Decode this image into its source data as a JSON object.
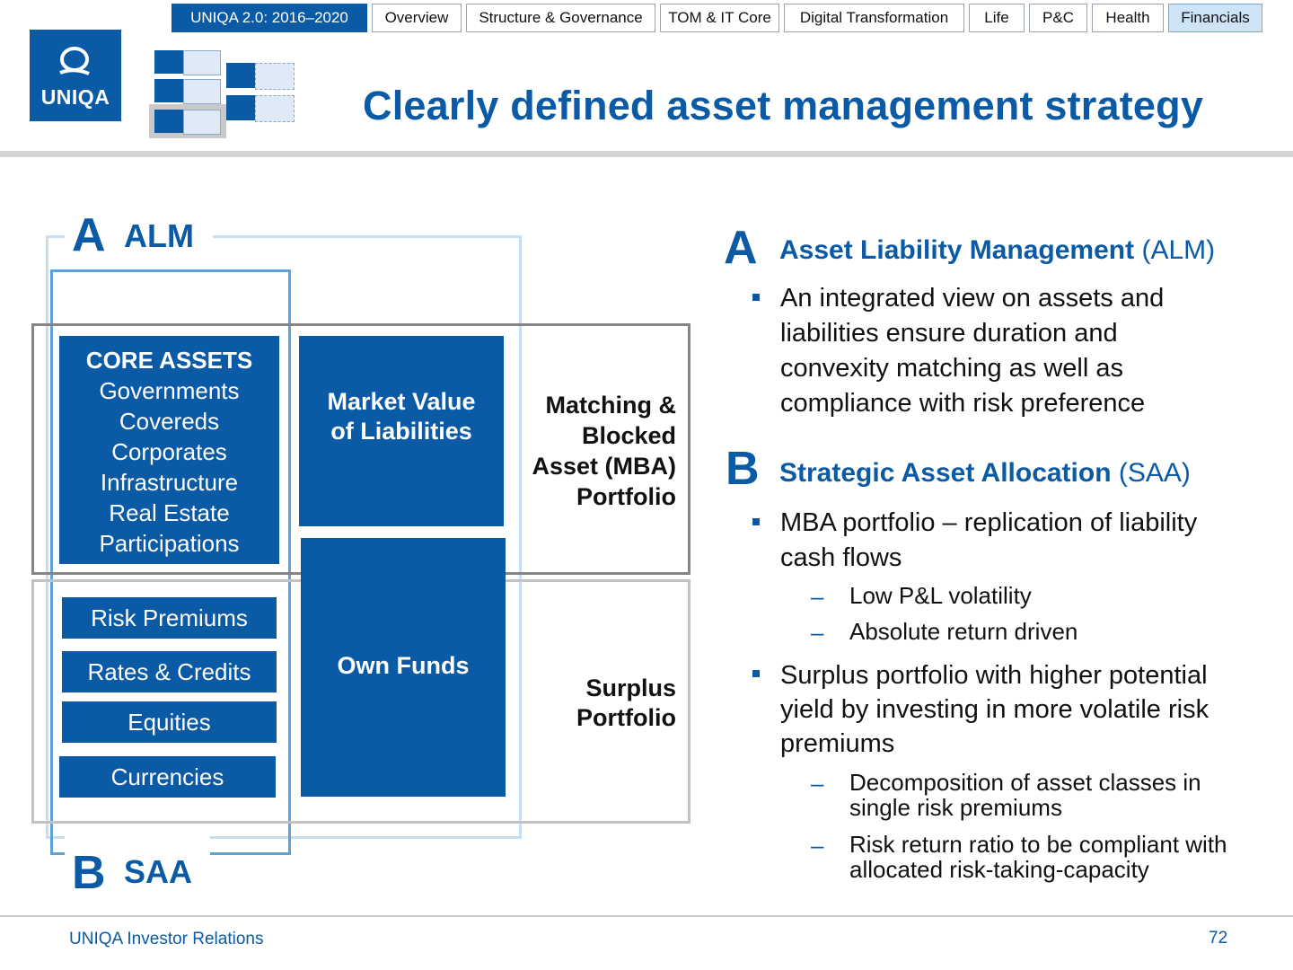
{
  "nav": {
    "primary": "UNIQA 2.0: 2016–2020",
    "tabs": [
      "Overview",
      "Structure & Governance",
      "TOM & IT Core",
      "Digital Transformation",
      "Life",
      "P&C",
      "Health",
      "Financials"
    ],
    "active": "Financials"
  },
  "logo": {
    "text": "UNIQA"
  },
  "title": "Clearly defined asset management strategy",
  "diagram": {
    "alm_letter": "A",
    "alm_label": "ALM",
    "saa_letter": "B",
    "saa_label": "SAA",
    "core_assets": {
      "heading": "CORE ASSETS",
      "items": [
        "Governments",
        "Covereds",
        "Corporates",
        "Infrastructure",
        "Real Estate",
        "Participations"
      ]
    },
    "market_value": "Market Value of Liabilities",
    "own_funds": "Own Funds",
    "risk_items": [
      "Risk Premiums",
      "Rates & Credits",
      "Equities",
      "Currencies"
    ],
    "mba_portfolio": "Matching & Blocked Asset (MBA) Portfolio",
    "surplus_portfolio": "Surplus Portfolio"
  },
  "right": {
    "a_letter": "A",
    "a_heading_bold": "Asset Liability Management",
    "a_heading_abbr": "(ALM)",
    "a_bullet": "An integrated view on assets and liabilities ensure duration and convexity matching as well as compliance with risk preference",
    "b_letter": "B",
    "b_heading_bold": "Strategic Asset Allocation",
    "b_heading_abbr": "(SAA)",
    "b_bullet1": "MBA portfolio – replication of liability cash flows",
    "b_bullet1_subs": [
      "Low P&L volatility",
      "Absolute return driven"
    ],
    "b_bullet2": "Surplus portfolio with higher potential yield by investing in more volatile risk premiums",
    "b_bullet2_subs": [
      "Decomposition of asset classes in single risk premiums",
      "Risk return ratio to be compliant with allocated risk-taking-capacity"
    ]
  },
  "footer": {
    "left": "UNIQA Investor Relations",
    "page": "72"
  },
  "colors": {
    "brand_blue": "#0b5aa5",
    "light_blue": "#c5def3",
    "grey": "#8c8c8c"
  }
}
